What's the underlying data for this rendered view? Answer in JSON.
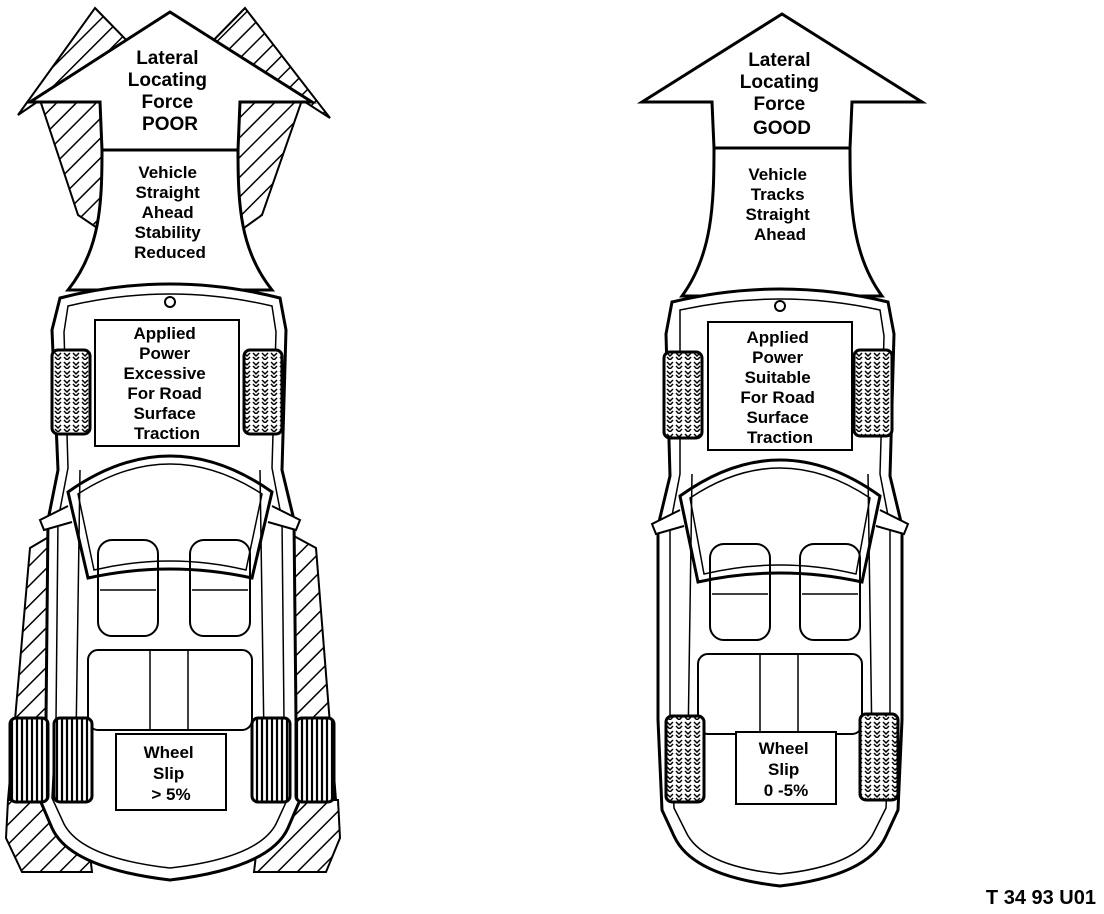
{
  "left": {
    "arrow_label": [
      "Lateral",
      "Locating",
      "Force",
      "POOR"
    ],
    "stability_label": [
      "Vehicle",
      "Straight",
      "Ahead",
      "Stability",
      "Reduced"
    ],
    "power_label": [
      "Applied",
      "Power",
      "Excessive",
      "For Road",
      "Surface",
      "Traction"
    ],
    "slip_label": [
      "Wheel",
      "Slip",
      "> 5%"
    ]
  },
  "right": {
    "arrow_label": [
      "Lateral",
      "Locating",
      "Force",
      "GOOD"
    ],
    "stability_label": [
      "Vehicle",
      "Tracks",
      "Straight",
      "Ahead"
    ],
    "power_label": [
      "Applied",
      "Power",
      "Suitable",
      "For Road",
      "Surface",
      "Traction"
    ],
    "slip_label": [
      "Wheel",
      "Slip",
      "0 -5%"
    ]
  },
  "reference": "T 34 93 U01"
}
